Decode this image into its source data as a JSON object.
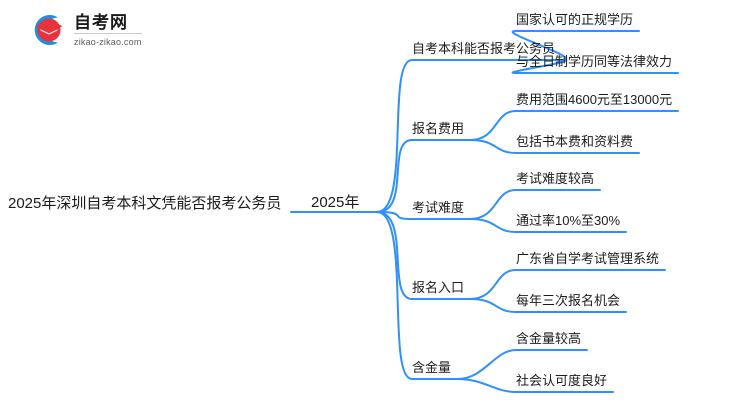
{
  "brand": {
    "name": "自考网",
    "domain": "zikao-zikao.com",
    "logo_icon": "graduation-cap-icon",
    "arc_color": "#1a8fe3",
    "cap_color": "#e8323c"
  },
  "theme": {
    "line_color": "#2e90fa",
    "text_color": "#1b1b1b",
    "background": "#ffffff"
  },
  "mindmap": {
    "type": "mindmap",
    "root": "2025年深圳自考本科文凭能否报考公务员",
    "center": "2025年",
    "branches": [
      {
        "label": "自考本科能否报考公务员",
        "children": [
          "国家认可的正规学历",
          "与全日制学历同等法律效力"
        ]
      },
      {
        "label": "报名费用",
        "children": [
          "费用范围4600元至13000元",
          "包括书本费和资料费"
        ]
      },
      {
        "label": "考试难度",
        "children": [
          "考试难度较高",
          "通过率10%至30%"
        ]
      },
      {
        "label": "报名入口",
        "children": [
          "广东省自学考试管理系统",
          "每年三次报名机会"
        ]
      },
      {
        "label": "含金量",
        "children": [
          "含金量较高",
          "社会认可度良好"
        ]
      }
    ]
  }
}
